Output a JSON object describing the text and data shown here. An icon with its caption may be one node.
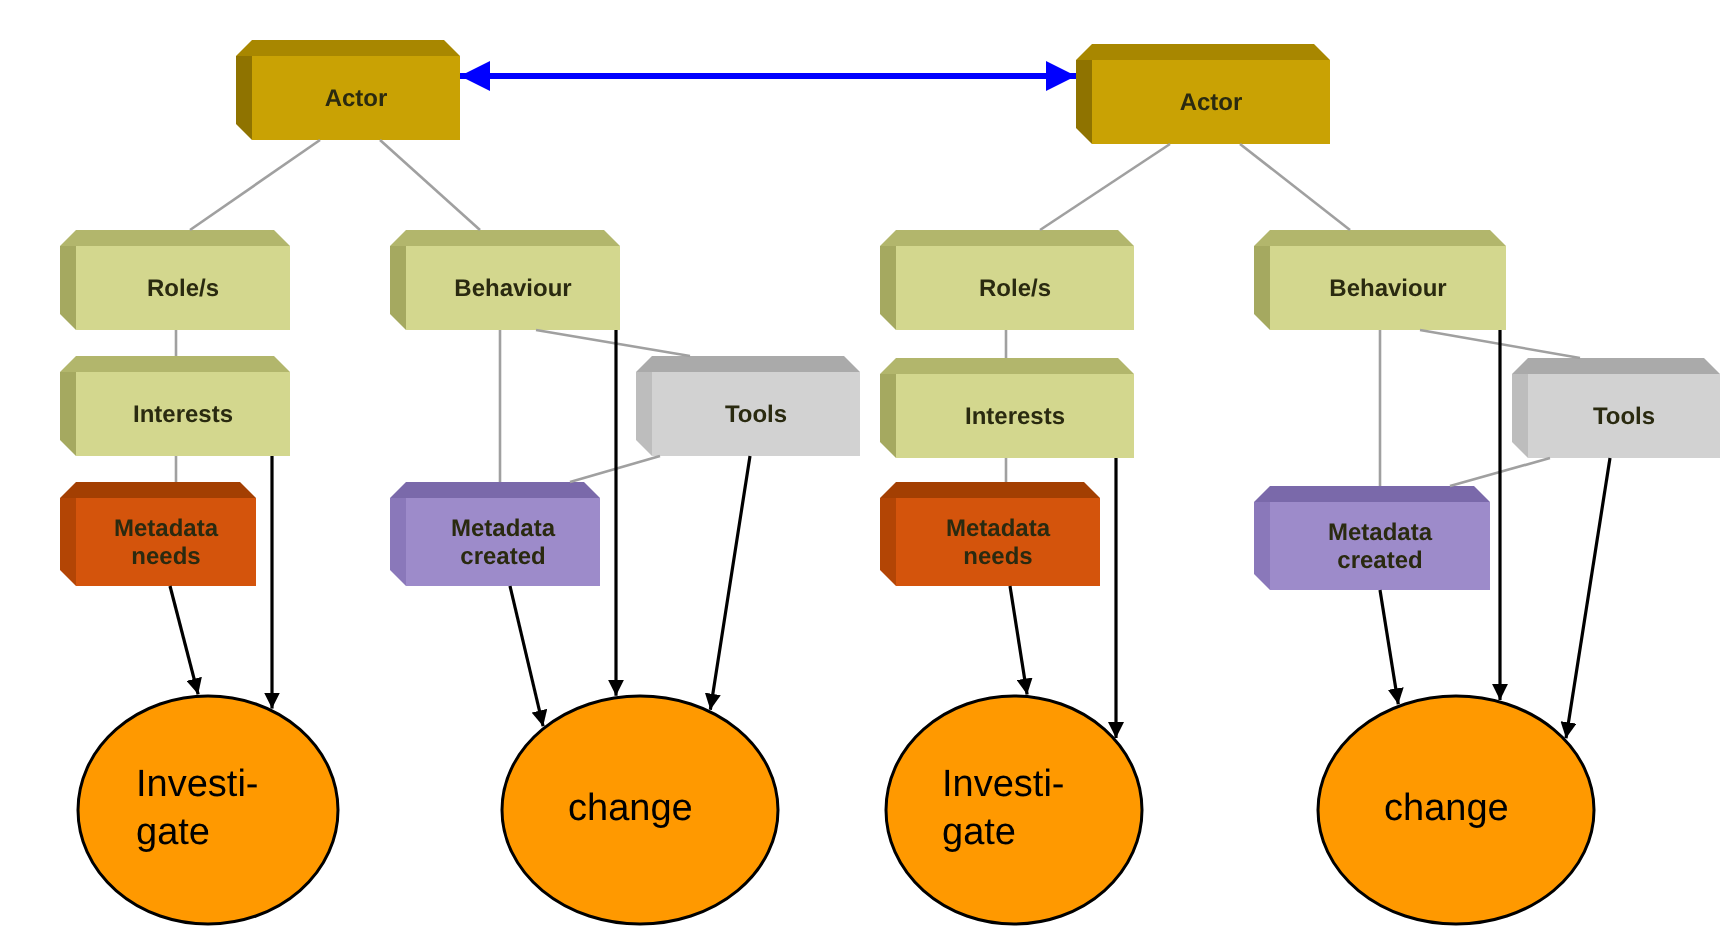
{
  "diagram": {
    "nodes": [
      {
        "text": [
          "Actor"
        ]
      },
      {
        "text": [
          "Role/s"
        ]
      },
      {
        "text": [
          "Behaviour"
        ]
      },
      {
        "text": [
          "Interests"
        ]
      },
      {
        "text": [
          "Tools"
        ]
      },
      {
        "text": [
          "Metadata needs"
        ]
      },
      {
        "text": [
          "Metadata created"
        ]
      },
      {
        "text": [
          "Actor"
        ]
      },
      {
        "text": [
          "Role/s"
        ]
      },
      {
        "text": [
          "Behaviour"
        ]
      },
      {
        "text": [
          "Interests"
        ]
      },
      {
        "text": [
          "Tools"
        ]
      },
      {
        "text": [
          "Metadata needs"
        ]
      },
      {
        "text": [
          "Metadata created"
        ]
      },
      {
        "text": [
          "Investi- gate"
        ]
      },
      {
        "text": [
          "change"
        ]
      },
      {
        "text": [
          "Investi- gate"
        ]
      },
      {
        "text": [
          "change"
        ]
      }
    ],
    "edges": [
      {
        "from": 0,
        "to": 7,
        "arrow": "both",
        "style": "thick",
        "color": "#0000ff"
      },
      {
        "from": 0,
        "to": 1,
        "arrow": "none"
      },
      {
        "from": 0,
        "to": 2,
        "arrow": "none"
      },
      {
        "from": 1,
        "to": 3,
        "arrow": "none"
      },
      {
        "from": 3,
        "to": 5,
        "arrow": "none"
      },
      {
        "from": 2,
        "to": 6,
        "arrow": "none"
      },
      {
        "from": 2,
        "to": 4,
        "arrow": "none"
      },
      {
        "from": 4,
        "to": 6,
        "arrow": "none"
      },
      {
        "from": 7,
        "to": 8,
        "arrow": "none"
      },
      {
        "from": 7,
        "to": 9,
        "arrow": "none"
      },
      {
        "from": 8,
        "to": 10,
        "arrow": "none"
      },
      {
        "from": 10,
        "to": 12,
        "arrow": "none"
      },
      {
        "from": 9,
        "to": 13,
        "arrow": "none"
      },
      {
        "from": 9,
        "to": 11,
        "arrow": "none"
      },
      {
        "from": 11,
        "to": 13,
        "arrow": "none"
      },
      {
        "from": 3,
        "to": 14,
        "arrow": "to",
        "color": "#000000"
      },
      {
        "from": 5,
        "to": 14,
        "arrow": "to",
        "color": "#000000"
      },
      {
        "from": 2,
        "to": 15,
        "arrow": "to",
        "color": "#000000"
      },
      {
        "from": 6,
        "to": 15,
        "arrow": "to",
        "color": "#000000"
      },
      {
        "from": 4,
        "to": 15,
        "arrow": "to",
        "color": "#000000"
      },
      {
        "from": 10,
        "to": 16,
        "arrow": "to",
        "color": "#000000"
      },
      {
        "from": 12,
        "to": 16,
        "arrow": "to",
        "color": "#000000"
      },
      {
        "from": 9,
        "to": 17,
        "arrow": "to",
        "color": "#000000"
      },
      {
        "from": 13,
        "to": 17,
        "arrow": "to",
        "color": "#000000"
      },
      {
        "from": 11,
        "to": 17,
        "arrow": "to",
        "color": "#000000"
      }
    ]
  }
}
